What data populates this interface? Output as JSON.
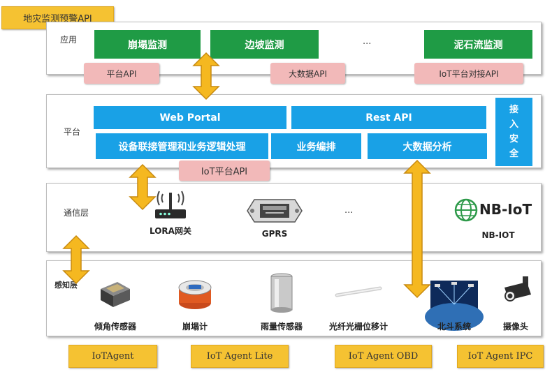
{
  "title": "地灾监测预警API",
  "application": {
    "label": "应用",
    "modules": [
      "崩塌监测",
      "边坡监测",
      "泥石流监测"
    ],
    "ellipsis": "...",
    "apis": [
      "平台API",
      "大数据API",
      "IoT平台对接API"
    ]
  },
  "platform": {
    "label": "平台",
    "web_portal": "Web Portal",
    "rest_api": "Rest API",
    "device_mgmt": "设备联接管理和业务逻辑处理",
    "orchestration": "业务编排",
    "big_data": "大数据分析",
    "access_security": [
      "接",
      "入",
      "安",
      "全"
    ],
    "iot_api": "IoT平台API"
  },
  "communication": {
    "label": "通信层",
    "lora": "LORA网关",
    "gprs": "GPRS",
    "ellipsis": "...",
    "nbiot_logo": "NB-IoT",
    "nbiot": "NB-IOT"
  },
  "perception": {
    "label": "感知层",
    "devices": [
      "倾角传感器",
      "崩塌计",
      "雨量传感器",
      "光纤光栅位移计",
      "北斗系统",
      "摄像头"
    ]
  },
  "agents": [
    "IoTAgent",
    "IoT Agent Lite",
    "IoT Agent OBD",
    "IoT Agent IPC"
  ],
  "colors": {
    "title_bg": "#f5c232",
    "green": "#1f9b45",
    "blue": "#19a1e6",
    "pink": "#f2b9b9",
    "arrow": "#f5b820",
    "nbiot_green": "#2e9a4a"
  }
}
